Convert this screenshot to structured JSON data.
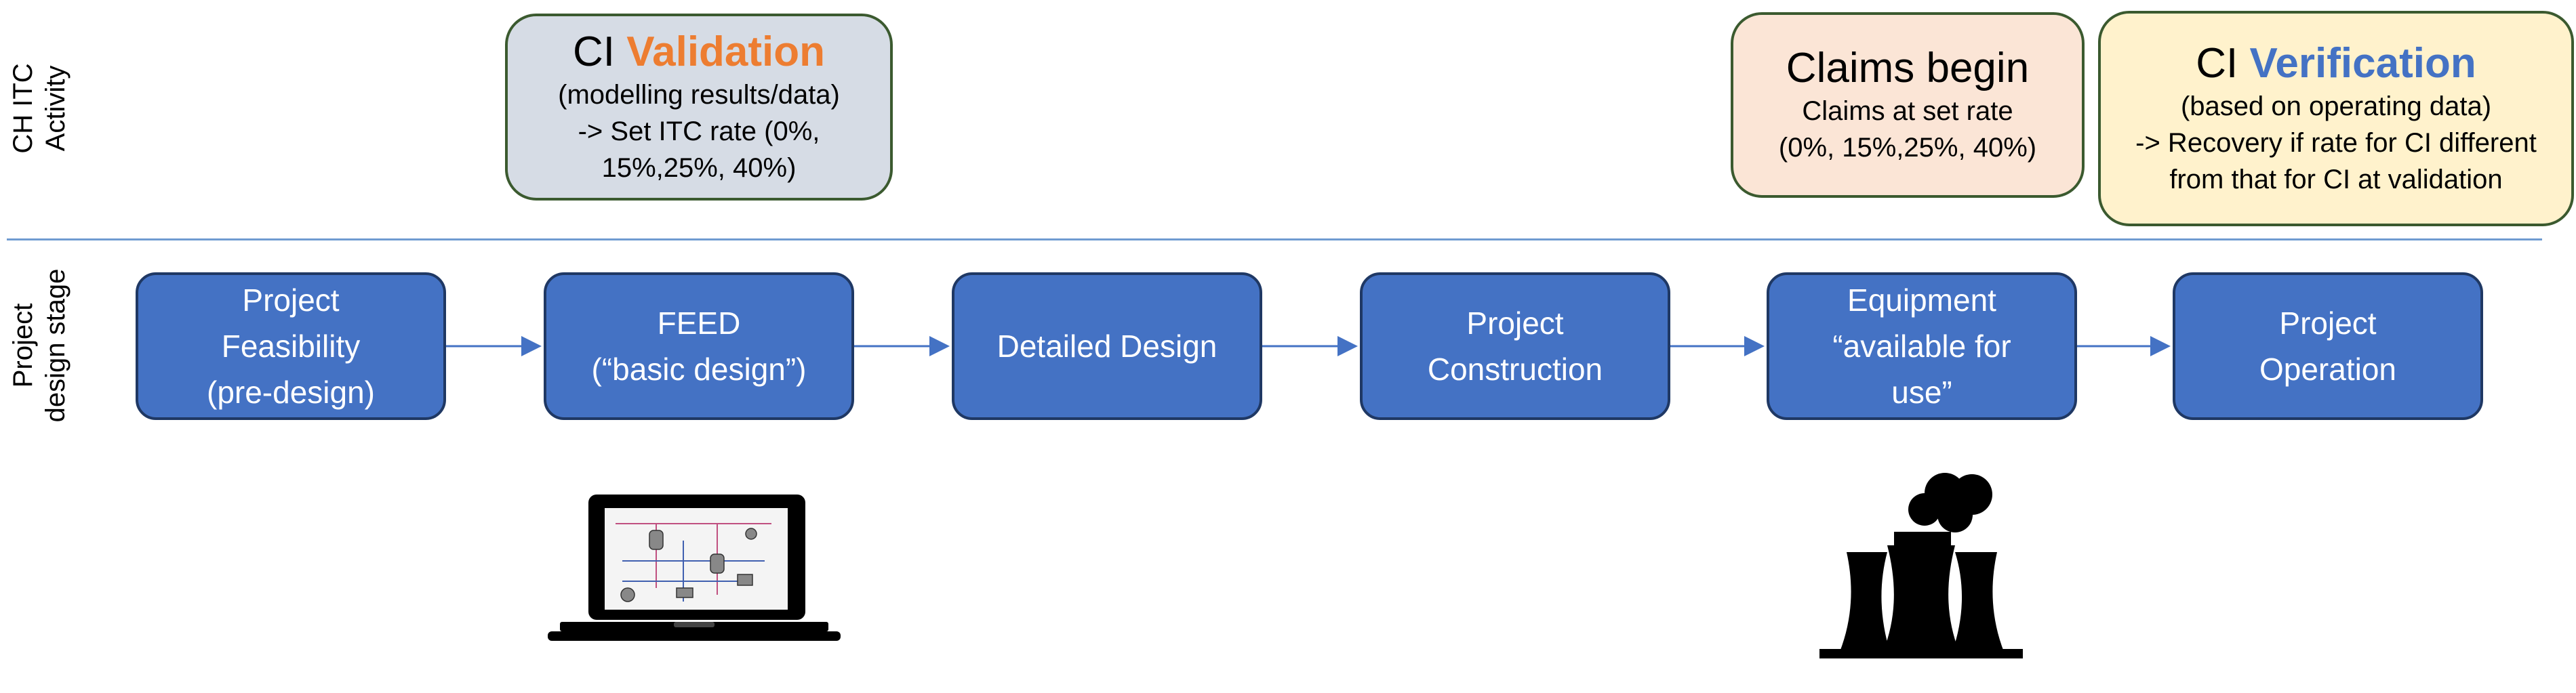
{
  "rows": {
    "activity_label": "CH ITC\nActivity",
    "stage_label": "Project\ndesign stage"
  },
  "callouts": {
    "validation": {
      "title_prefix": "CI ",
      "title_accent": "Validation",
      "body": "(modelling results/data)\n-> Set ITC rate (0%, 15%,25%, 40%)",
      "fill": "#d6dce5",
      "accent_color": "#ed7d31"
    },
    "claims": {
      "title": "Claims begin",
      "body": "Claims at set rate\n(0%, 15%,25%, 40%)",
      "fill": "#fbe5d6"
    },
    "verification": {
      "title_prefix": "CI ",
      "title_accent": "Verification",
      "body": "(based on operating data)\n-> Recovery if rate for CI different from that for CI at validation",
      "fill": "#fff2cc",
      "accent_color": "#4472c4"
    }
  },
  "stages": [
    {
      "label": "Project\nFeasibility\n(pre-design)"
    },
    {
      "label": "FEED\n(“basic design”)"
    },
    {
      "label": "Detailed Design"
    },
    {
      "label": "Project\nConstruction"
    },
    {
      "label": "Equipment\n“available for\nuse”"
    },
    {
      "label": "Project\nOperation"
    }
  ],
  "icons": {
    "laptop": "laptop-icon",
    "factory": "factory-icon"
  },
  "colors": {
    "stage_fill": "#4472c4",
    "stage_border": "#1f3864",
    "callout_border": "#3b5a2f",
    "arrow": "#4472c4",
    "divider": "#6f9bd1"
  }
}
